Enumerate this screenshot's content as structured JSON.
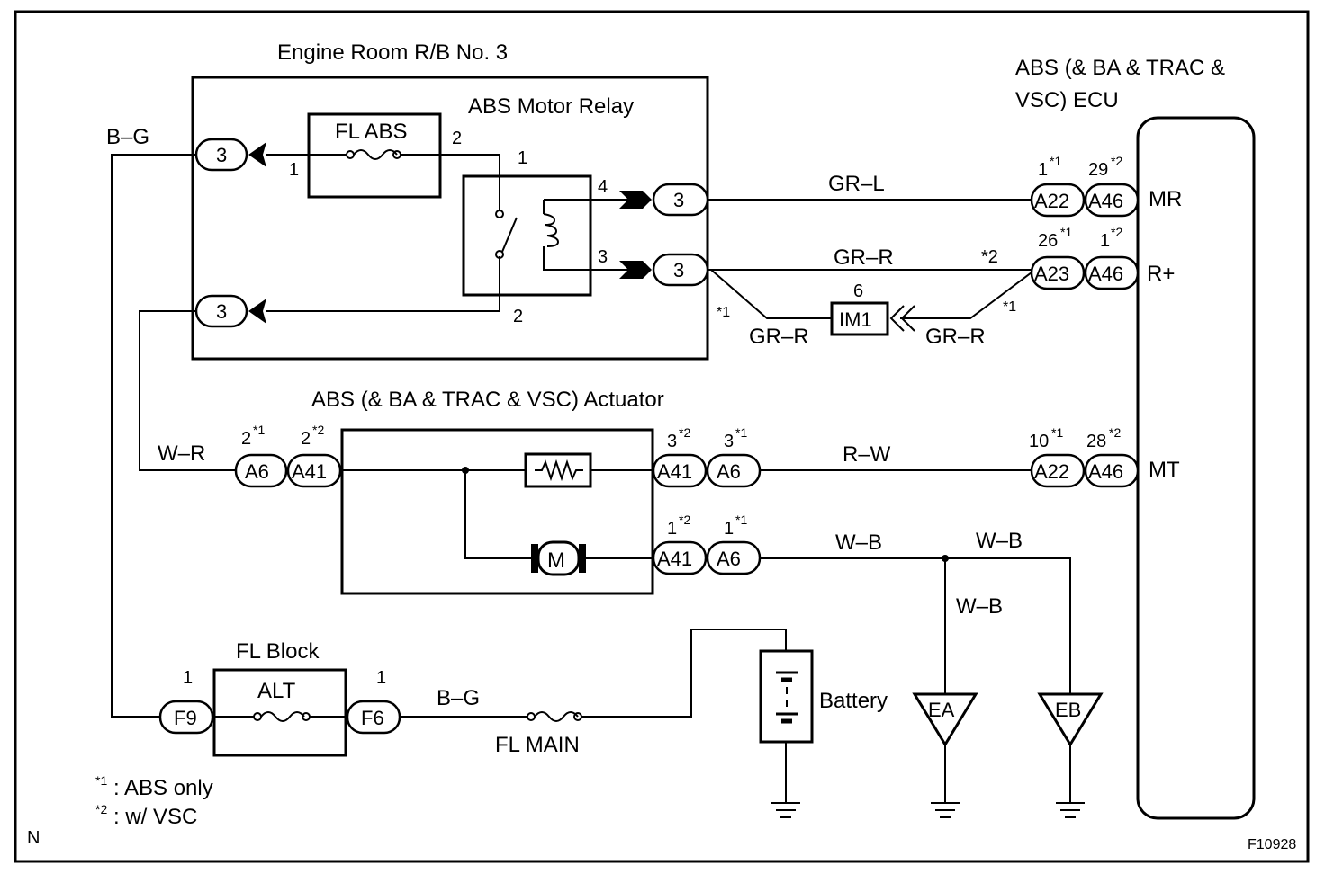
{
  "labels": {
    "rb_title": "Engine Room R/B No. 3",
    "ecu_title_1": "ABS (& BA & TRAC &",
    "ecu_title_2": "VSC) ECU",
    "relay_title": "ABS Motor Relay",
    "fuse_fl_abs": "FL ABS",
    "actuator_title": "ABS (& BA & TRAC & VSC) Actuator",
    "fl_block": "FL Block",
    "alt": "ALT",
    "fl_main": "FL MAIN",
    "battery": "Battery",
    "motor": "M",
    "note1_mark": "*1",
    "note1_text": ": ABS only",
    "note2_mark": "*2",
    "note2_text": ": w/ VSC",
    "corner_n": "N",
    "fig_id": "F10928"
  },
  "wires": {
    "bg_top": "B–G",
    "gr_l": "GR–L",
    "gr_r_top": "GR–R",
    "gr_r_left": "GR–R",
    "gr_r_right": "GR–R",
    "w_r": "W–R",
    "r_w": "R–W",
    "w_b_1": "W–B",
    "w_b_2": "W–B",
    "w_b_3": "W–B",
    "bg_bottom": "B–G"
  },
  "pins": {
    "fl_abs_2": "2",
    "fl_abs_1": "1",
    "relay_1": "1",
    "relay_4": "4",
    "relay_3": "3",
    "relay_2": "2",
    "im1_pin": "6",
    "f9_pin": "1",
    "f6_pin": "1",
    "a22_mr_pin": "1",
    "a46_mr_pin": "29",
    "a23_pin": "26",
    "a46_r_pin": "1",
    "a22_mt_pin": "10",
    "a46_mt_pin": "28",
    "a6_left_pin": "2",
    "a41_left_pin": "2",
    "a41_right_top_pin": "3",
    "a6_right_top_pin": "3",
    "a41_right_bot_pin": "1",
    "a6_right_bot_pin": "1"
  },
  "connectors": {
    "rb_3_tl": "3",
    "rb_3_bl": "3",
    "rb_3_r1": "3",
    "rb_3_r2": "3",
    "a22_mr": "A22",
    "a46_mr": "A46",
    "a23": "A23",
    "a46_r": "A46",
    "a22_mt": "A22",
    "a46_mt": "A46",
    "a6_left": "A6",
    "a41_left": "A41",
    "a41_rt": "A41",
    "a6_rt": "A6",
    "a41_rb": "A41",
    "a6_rb": "A6",
    "im1": "IM1",
    "f9": "F9",
    "f6": "F6",
    "ea": "EA",
    "eb": "EB"
  },
  "marks": {
    "s1": "*1",
    "s2": "*2",
    "gr_r_star2": "*2",
    "im1_left_star1": "*1",
    "im1_right_star1": "*1"
  },
  "ecu_terminals": {
    "mr": "MR",
    "r_plus": "R+",
    "mt": "MT"
  }
}
